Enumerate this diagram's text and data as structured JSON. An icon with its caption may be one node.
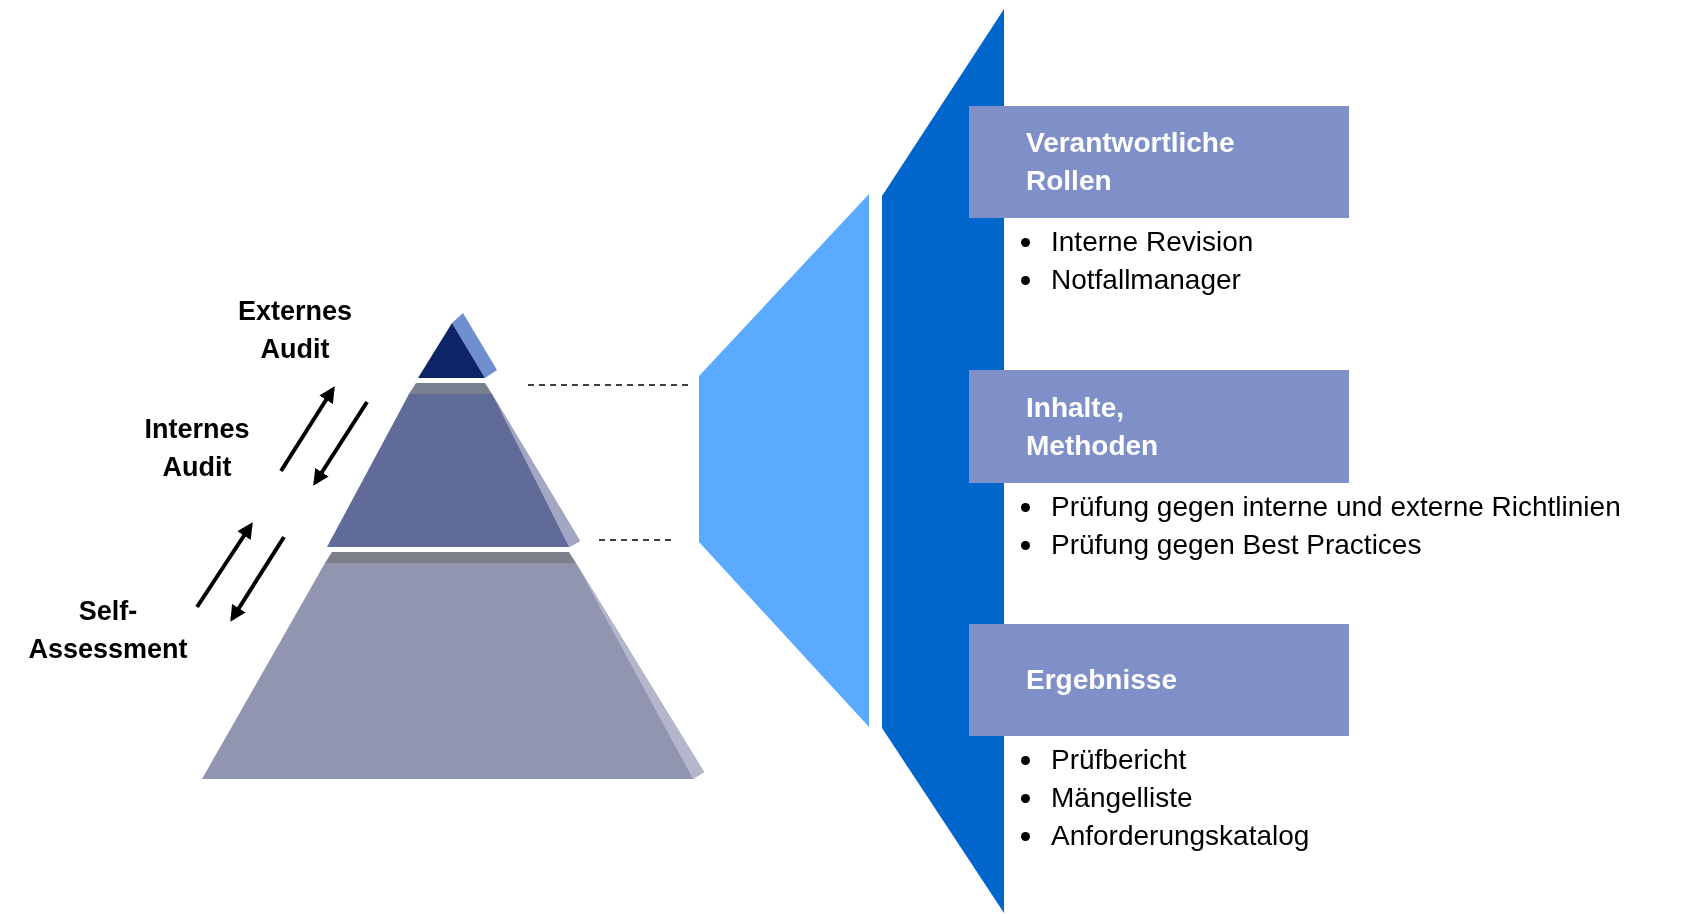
{
  "diagram": {
    "nodes": [
      {
        "text": [
          "Externes Audit"
        ]
      },
      {
        "text": [
          "Internes Audit"
        ]
      },
      {
        "text": [
          "Self-Assessment"
        ]
      },
      {
        "text": [
          "Verantwortliche Rollen"
        ],
        "beside": [
          "Interne Revision",
          "Notfallmanager"
        ]
      },
      {
        "text": [
          "Inhalte, Methoden"
        ],
        "beside": [
          "Prüfung gegen interne und externe Richtlinien",
          "Prüfung gegen Best Practices"
        ]
      },
      {
        "text": [
          "Ergebnisse"
        ],
        "beside": [
          "Prüfbericht",
          "Mängelliste",
          "Anforderungskatalog"
        ]
      }
    ],
    "edges": [
      {
        "from": 2,
        "to": 1,
        "arrow": "to"
      },
      {
        "from": 1,
        "to": 2,
        "arrow": "to"
      },
      {
        "from": 1,
        "to": 0,
        "arrow": "to"
      },
      {
        "from": 0,
        "to": 1,
        "arrow": "to"
      }
    ]
  }
}
